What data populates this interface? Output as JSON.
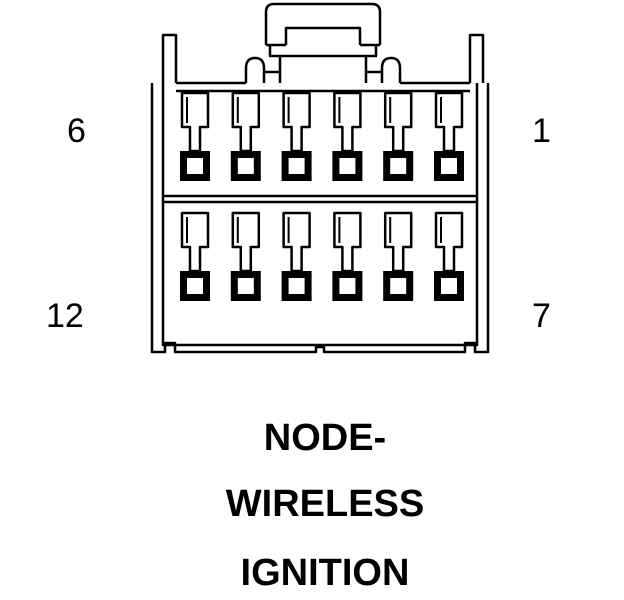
{
  "connector": {
    "pin_labels": {
      "top_left": "6",
      "top_right": "1",
      "bottom_left": "12",
      "bottom_right": "7"
    },
    "rows": 2,
    "cavities_per_row": 6
  },
  "caption": {
    "lines": [
      "NODE-",
      "WIRELESS",
      "IGNITION"
    ]
  },
  "colors": {
    "line": "#000000",
    "background": "#ffffff"
  }
}
